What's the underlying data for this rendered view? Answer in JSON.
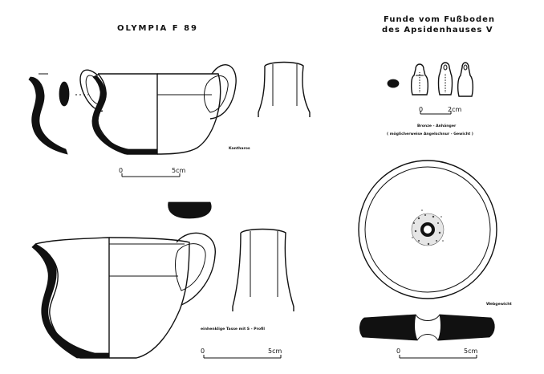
{
  "plate": {
    "title": "OLYMPIA F 89",
    "heading_line1": "Funde vom Fußboden",
    "heading_line2": "des Apsidenhauses V"
  },
  "figures": {
    "kantharos": {
      "caption": "Kantharos",
      "scale_zero": "0",
      "scale_end": "5cm"
    },
    "tasse": {
      "caption": "einhenklige Tasse mit S - Profil",
      "scale_zero": "0",
      "scale_end": "5cm"
    },
    "anhaenger": {
      "caption_line1": "Bronze - Anhänger",
      "caption_line2": "( möglicherweise Angelschnur - Gewicht )",
      "scale_zero": "0",
      "scale_end": "2cm"
    },
    "webgewicht": {
      "caption": "Webgewicht",
      "scale_zero": "0",
      "scale_end": "5cm"
    }
  }
}
